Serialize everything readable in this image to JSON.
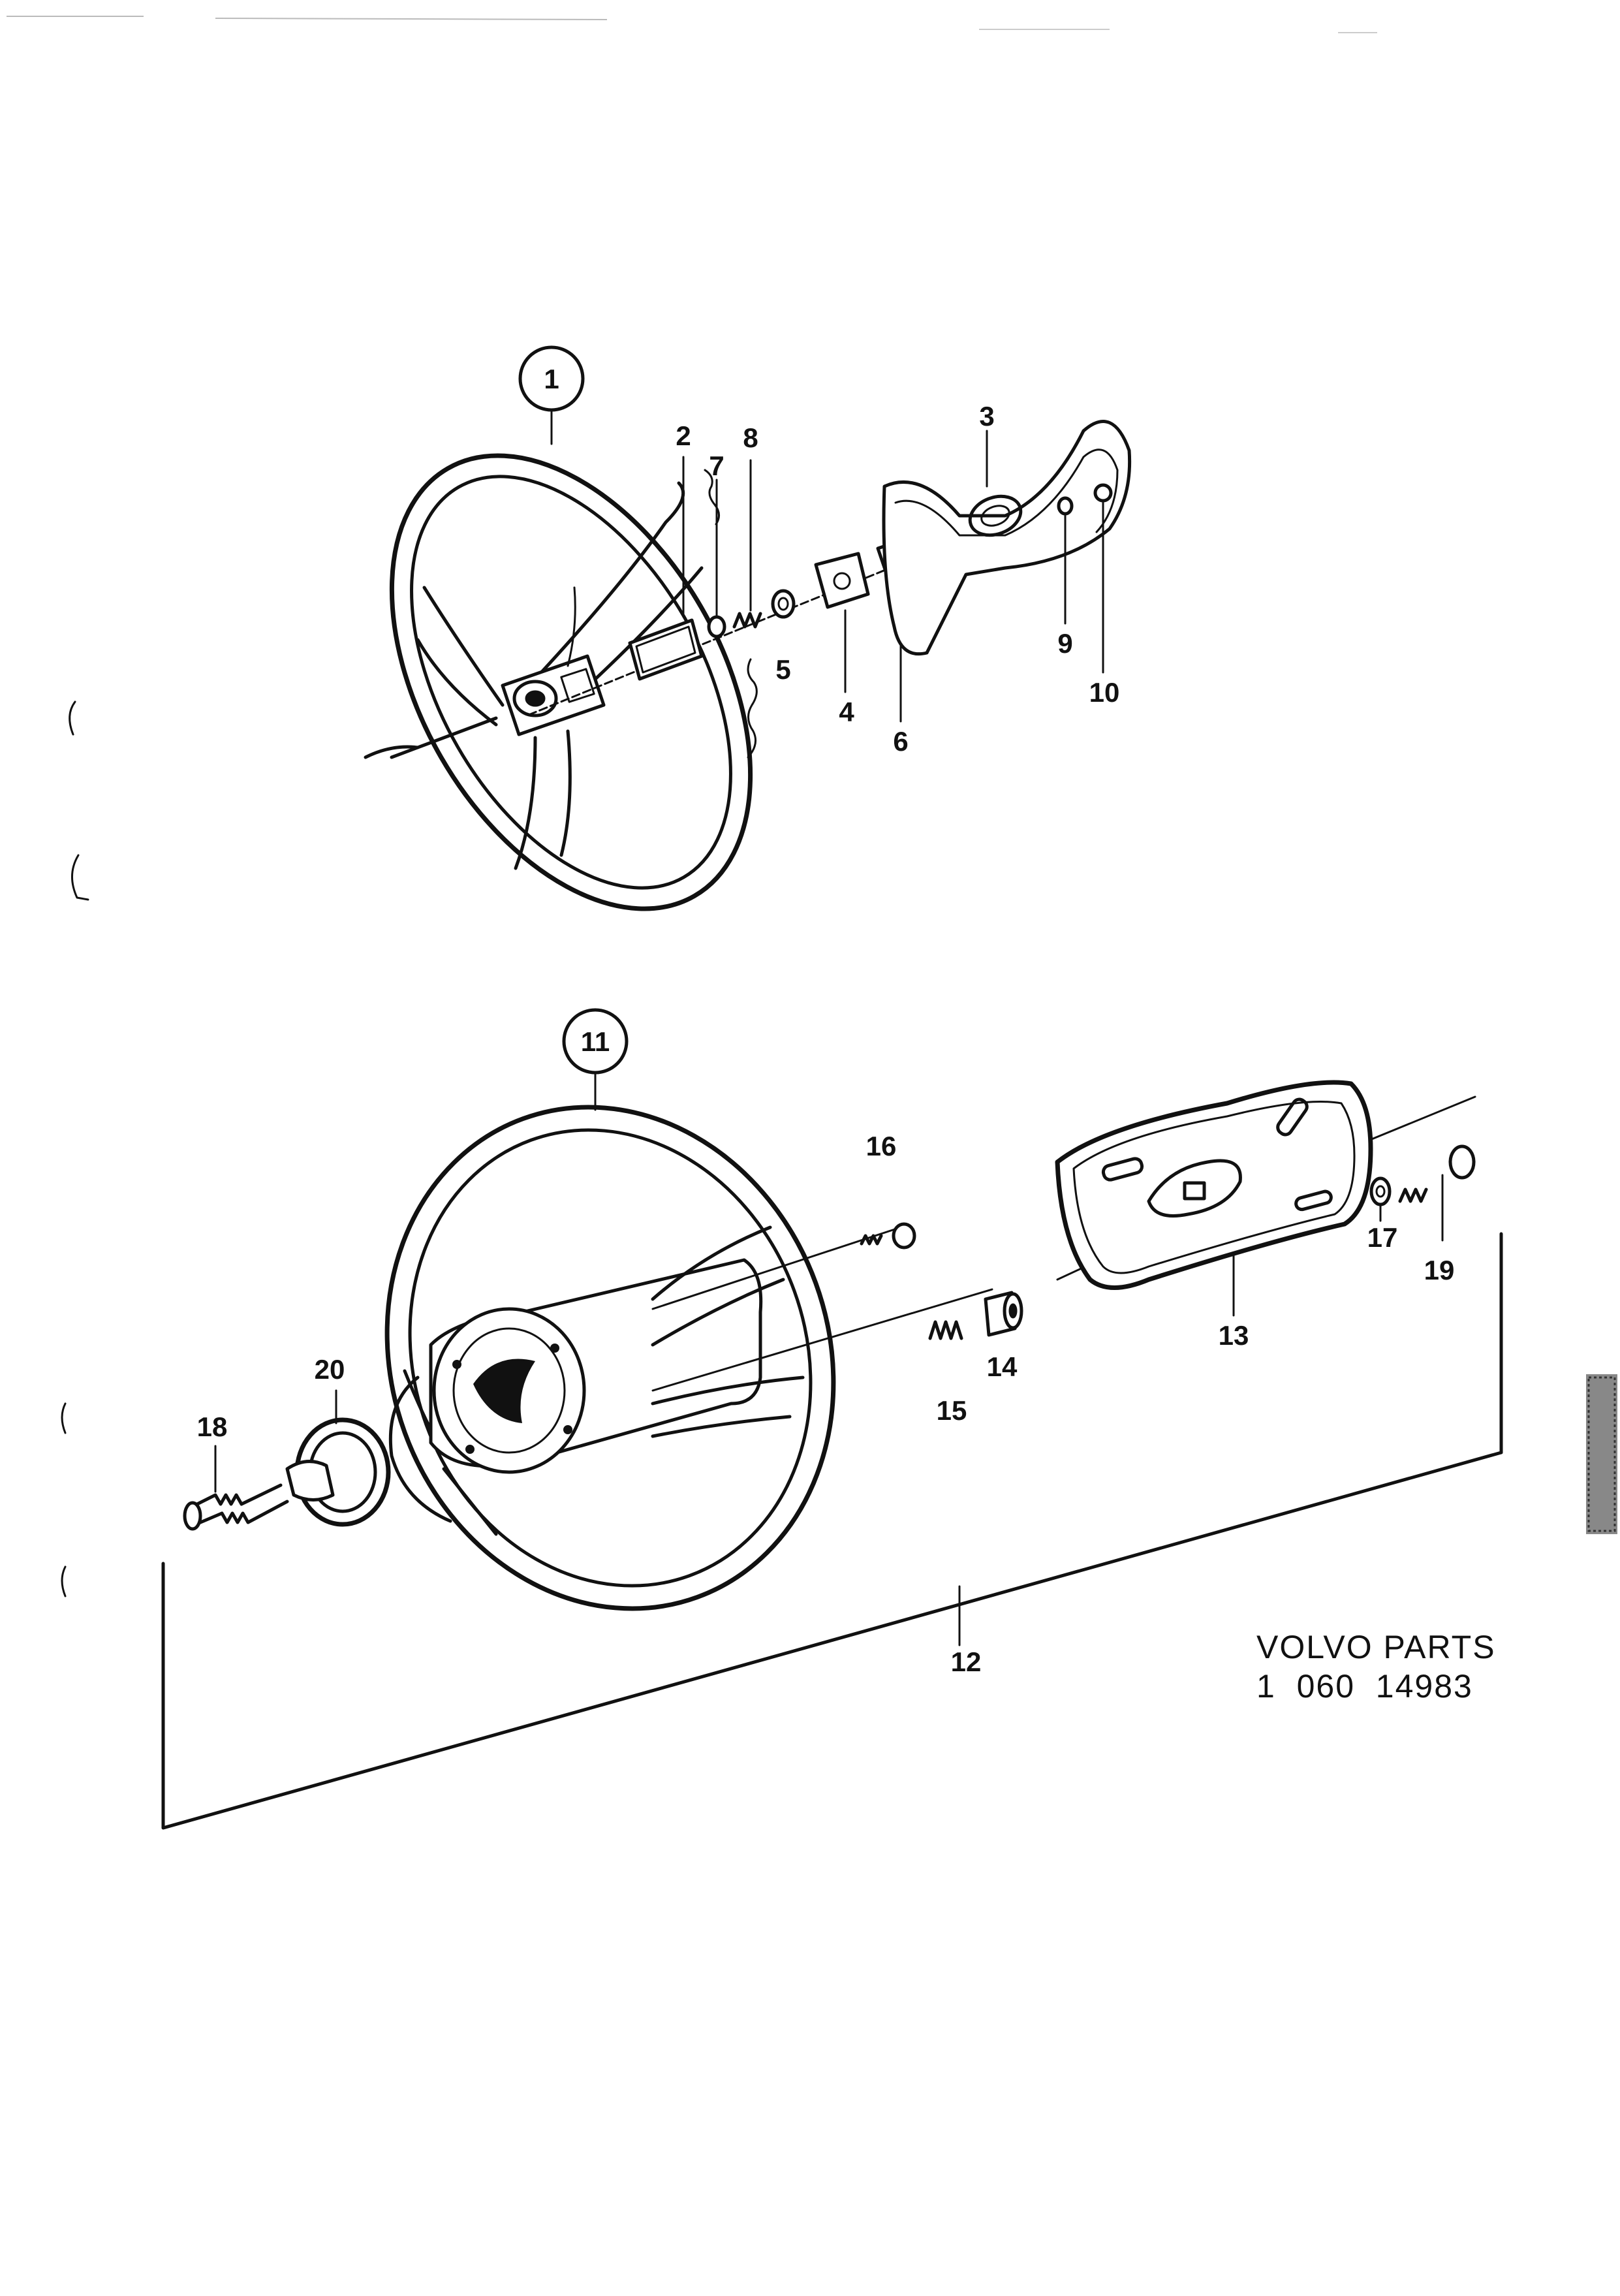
{
  "diagram": {
    "group_callouts": {
      "upper_wheel": "1",
      "lower_wheel": "11"
    },
    "part_labels": {
      "p2": "2",
      "p3": "3",
      "p4": "4",
      "p5": "5",
      "p6": "6",
      "p7": "7",
      "p8": "8",
      "p9": "9",
      "p10": "10",
      "p12": "12",
      "p13": "13",
      "p14": "14",
      "p15": "15",
      "p16": "16",
      "p17": "17",
      "p18": "18",
      "p19": "19",
      "p20": "20"
    },
    "caption": {
      "line1": "VOLVO PARTS",
      "line2": "1  060  14983"
    }
  }
}
